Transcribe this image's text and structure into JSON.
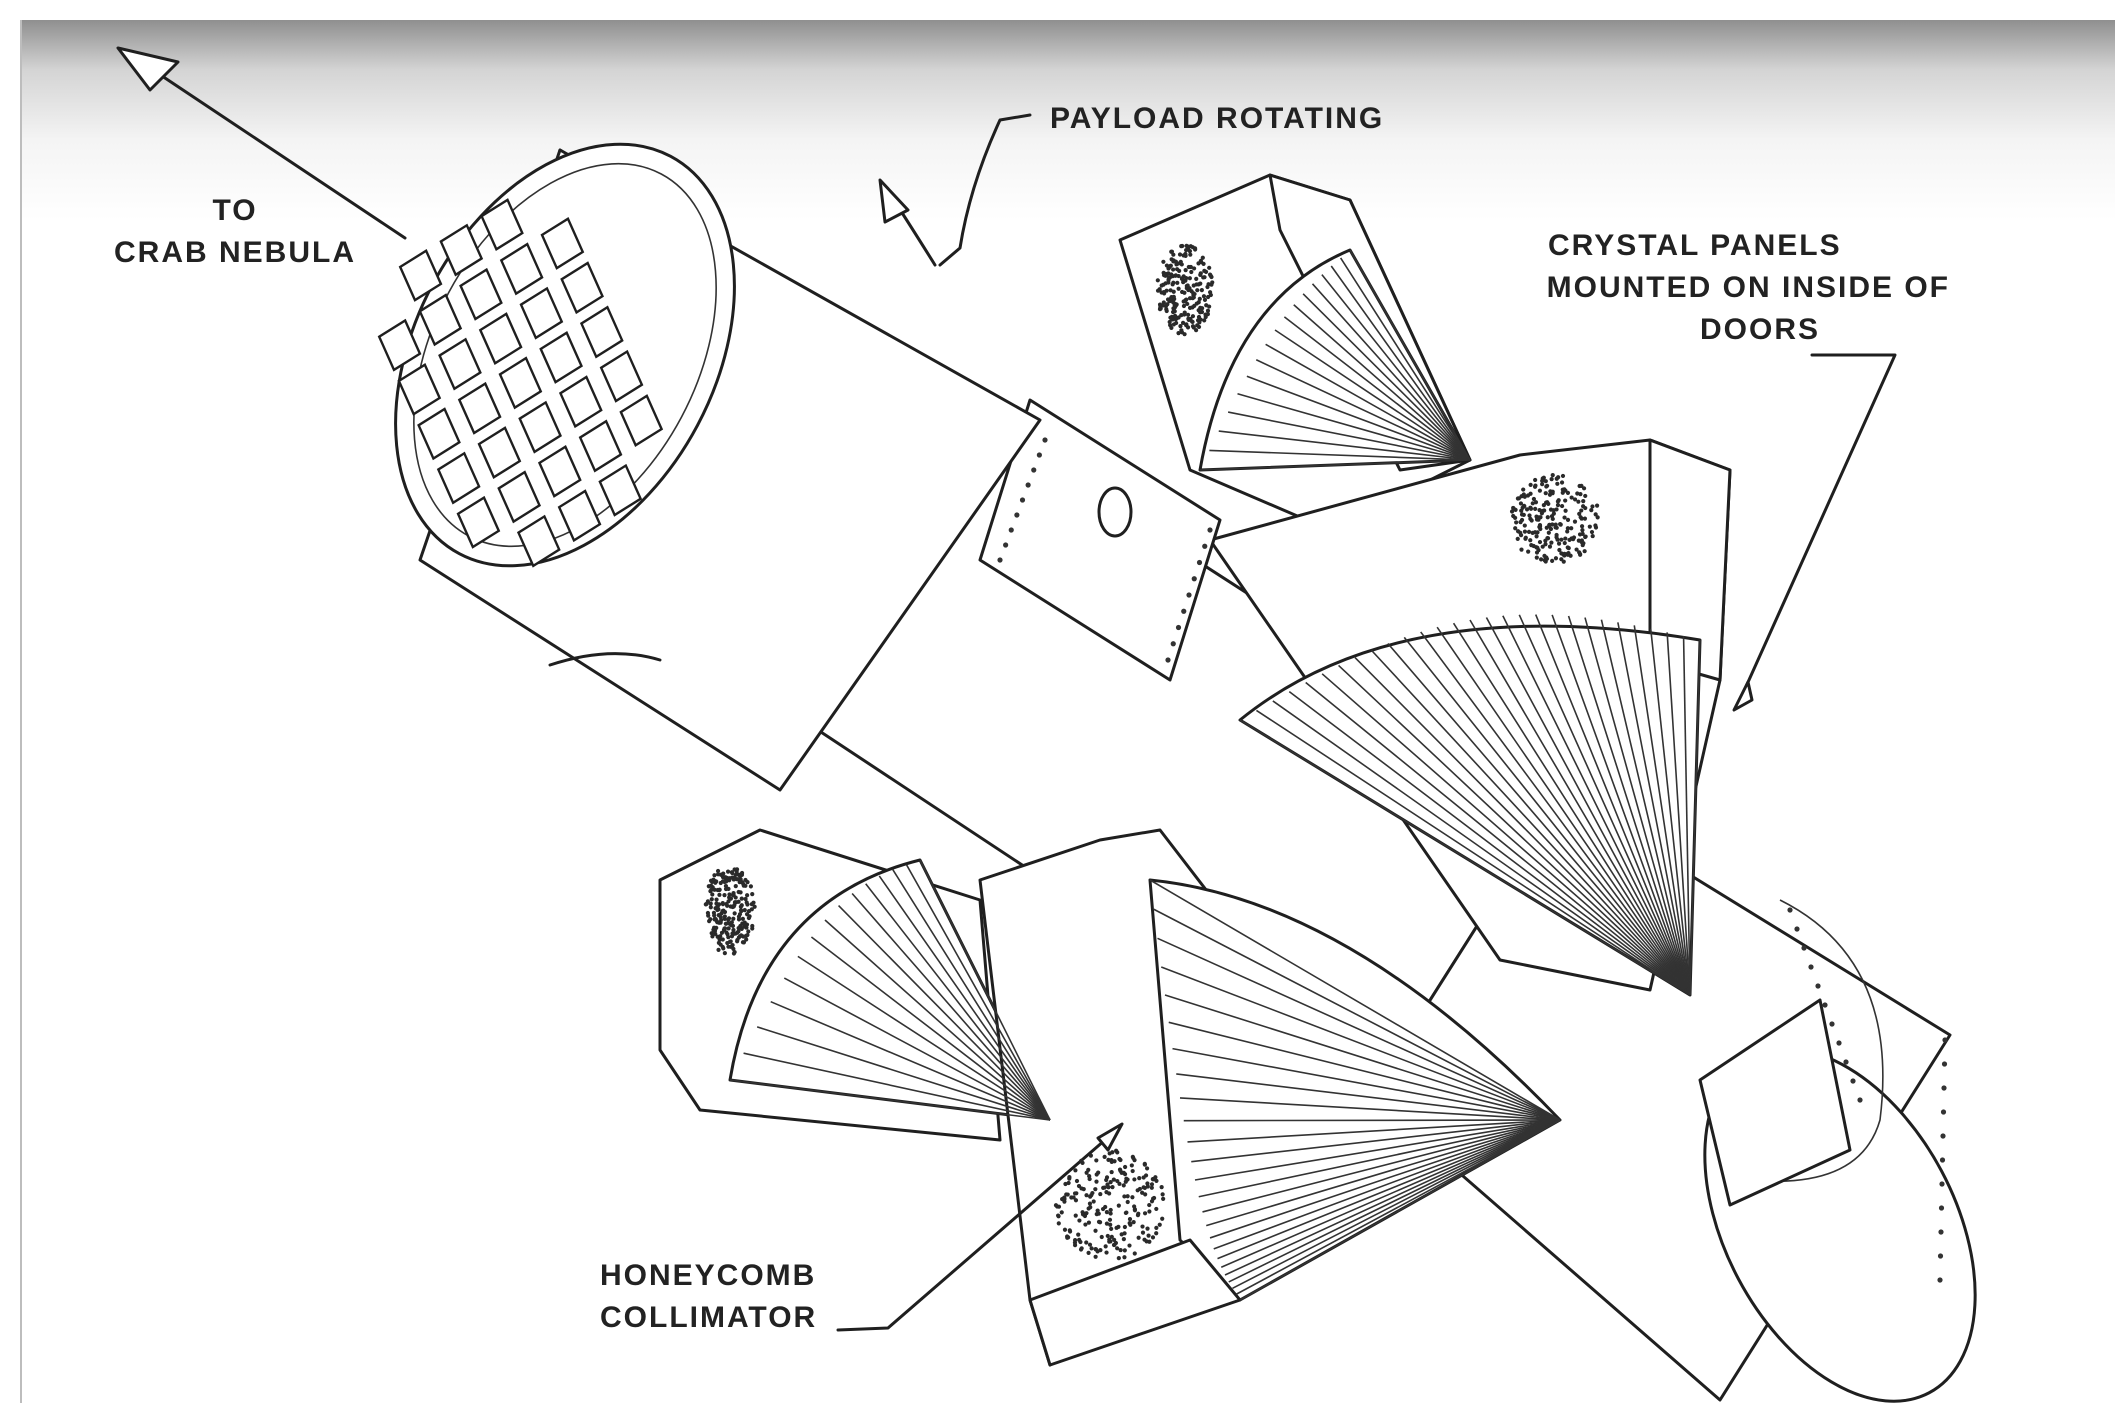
{
  "labels": {
    "direction": [
      "TO",
      "CRAB NEBULA"
    ],
    "rotation": "PAYLOAD ROTATING",
    "panels": [
      "CRYSTAL PANELS",
      "MOUNTED ON INSIDE OF",
      "DOORS"
    ],
    "collimator": [
      "HONEYCOMB",
      "COLLIMATOR"
    ]
  }
}
